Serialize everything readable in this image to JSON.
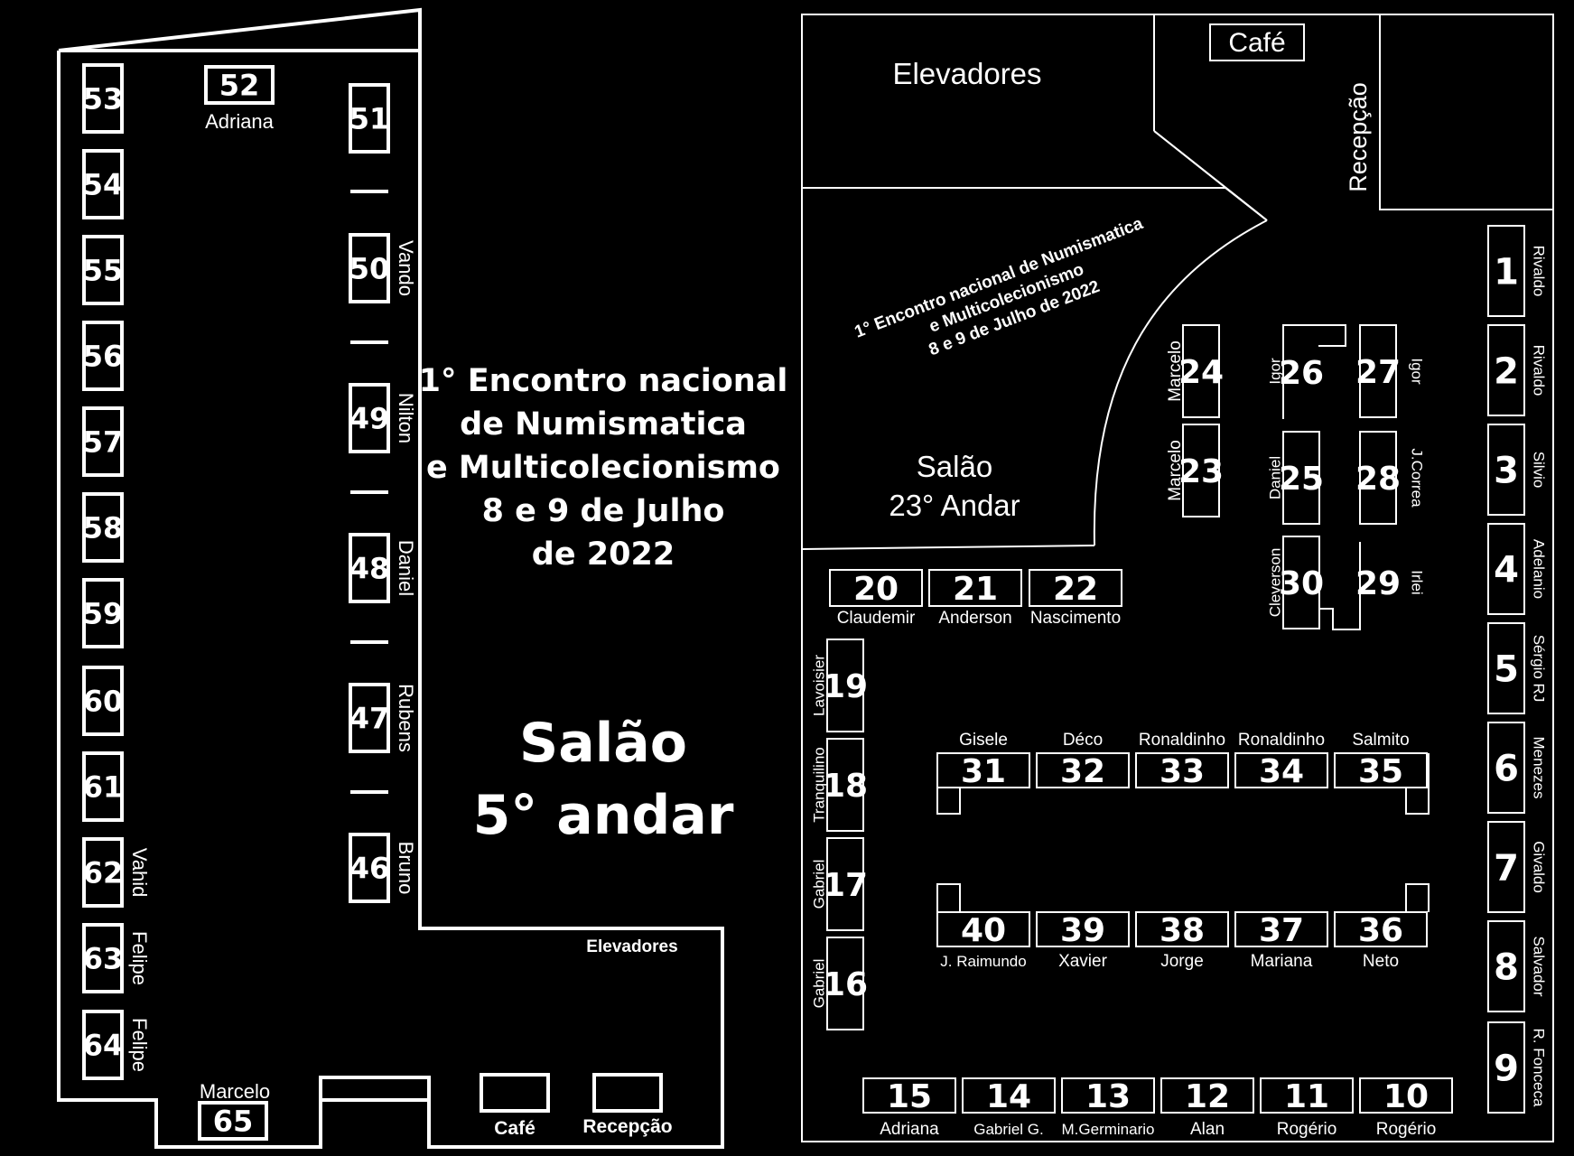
{
  "left_floor": {
    "title_lines": [
      "1° Encontro nacional",
      "de Numismatica",
      "e Multicolecionismo",
      "8 e 9 de Julho",
      "de 2022"
    ],
    "hall_lines": [
      "Salão",
      "5° andar"
    ],
    "elevators": "Elevadores",
    "cafe": "Café",
    "reception": "Recepção"
  },
  "right_floor": {
    "elevators": "Elevadores",
    "cafe": "Café",
    "reception": "Recepção",
    "event_lines": [
      "1° Encontro nacional de Numismatica",
      "e Multicolecionismo",
      "8 e 9 de Julho de 2022"
    ],
    "hall_lines": [
      "Salão",
      "23° Andar"
    ]
  },
  "tables": [
    {
      "n": "1",
      "name": "Rivaldo"
    },
    {
      "n": "2",
      "name": "Rivaldo"
    },
    {
      "n": "3",
      "name": "Silvio"
    },
    {
      "n": "4",
      "name": "Adelanio"
    },
    {
      "n": "5",
      "name": "Sérgio RJ"
    },
    {
      "n": "6",
      "name": "Menezes"
    },
    {
      "n": "7",
      "name": "Givaldo"
    },
    {
      "n": "8",
      "name": "Salvador"
    },
    {
      "n": "9",
      "name": "R. Fonceca"
    },
    {
      "n": "10",
      "name": "Rogério"
    },
    {
      "n": "11",
      "name": "Rogério"
    },
    {
      "n": "12",
      "name": "Alan"
    },
    {
      "n": "13",
      "name": "M.Germinario"
    },
    {
      "n": "14",
      "name": "Gabriel G."
    },
    {
      "n": "15",
      "name": "Adriana"
    },
    {
      "n": "16",
      "name": "Gabriel"
    },
    {
      "n": "17",
      "name": "Gabriel"
    },
    {
      "n": "18",
      "name": "Tranquilino"
    },
    {
      "n": "19",
      "name": "Lavoisier"
    },
    {
      "n": "20",
      "name": "Claudemir"
    },
    {
      "n": "21",
      "name": "Anderson"
    },
    {
      "n": "22",
      "name": "Nascimento"
    },
    {
      "n": "23",
      "name": "Marcelo"
    },
    {
      "n": "24",
      "name": "Marcelo"
    },
    {
      "n": "25",
      "name": "Daniel"
    },
    {
      "n": "26",
      "name": "Igor"
    },
    {
      "n": "27",
      "name": "Igor"
    },
    {
      "n": "28",
      "name": "J.Correa"
    },
    {
      "n": "29",
      "name": "Irlei"
    },
    {
      "n": "30",
      "name": "Cleverson"
    },
    {
      "n": "31",
      "name": "Gisele"
    },
    {
      "n": "32",
      "name": "Déco"
    },
    {
      "n": "33",
      "name": "Ronaldinho"
    },
    {
      "n": "34",
      "name": "Ronaldinho"
    },
    {
      "n": "35",
      "name": "Salmito"
    },
    {
      "n": "36",
      "name": "Neto"
    },
    {
      "n": "37",
      "name": "Mariana"
    },
    {
      "n": "38",
      "name": "Jorge"
    },
    {
      "n": "39",
      "name": "Xavier"
    },
    {
      "n": "40",
      "name": "J. Raimundo"
    },
    {
      "n": "46",
      "name": "Bruno"
    },
    {
      "n": "47",
      "name": "Rubens"
    },
    {
      "n": "48",
      "name": "Daniel"
    },
    {
      "n": "49",
      "name": "Nilton"
    },
    {
      "n": "50",
      "name": "Vando"
    },
    {
      "n": "51",
      "name": ""
    },
    {
      "n": "52",
      "name": "Adriana"
    },
    {
      "n": "53",
      "name": ""
    },
    {
      "n": "54",
      "name": ""
    },
    {
      "n": "55",
      "name": ""
    },
    {
      "n": "56",
      "name": ""
    },
    {
      "n": "57",
      "name": ""
    },
    {
      "n": "58",
      "name": ""
    },
    {
      "n": "59",
      "name": ""
    },
    {
      "n": "60",
      "name": ""
    },
    {
      "n": "61",
      "name": ""
    },
    {
      "n": "62",
      "name": "Vahid"
    },
    {
      "n": "63",
      "name": "Felipe"
    },
    {
      "n": "64",
      "name": "Felipe"
    },
    {
      "n": "65",
      "name": "Marcelo"
    }
  ],
  "colors": {
    "background": "#000000",
    "lines": "#ffffff"
  }
}
